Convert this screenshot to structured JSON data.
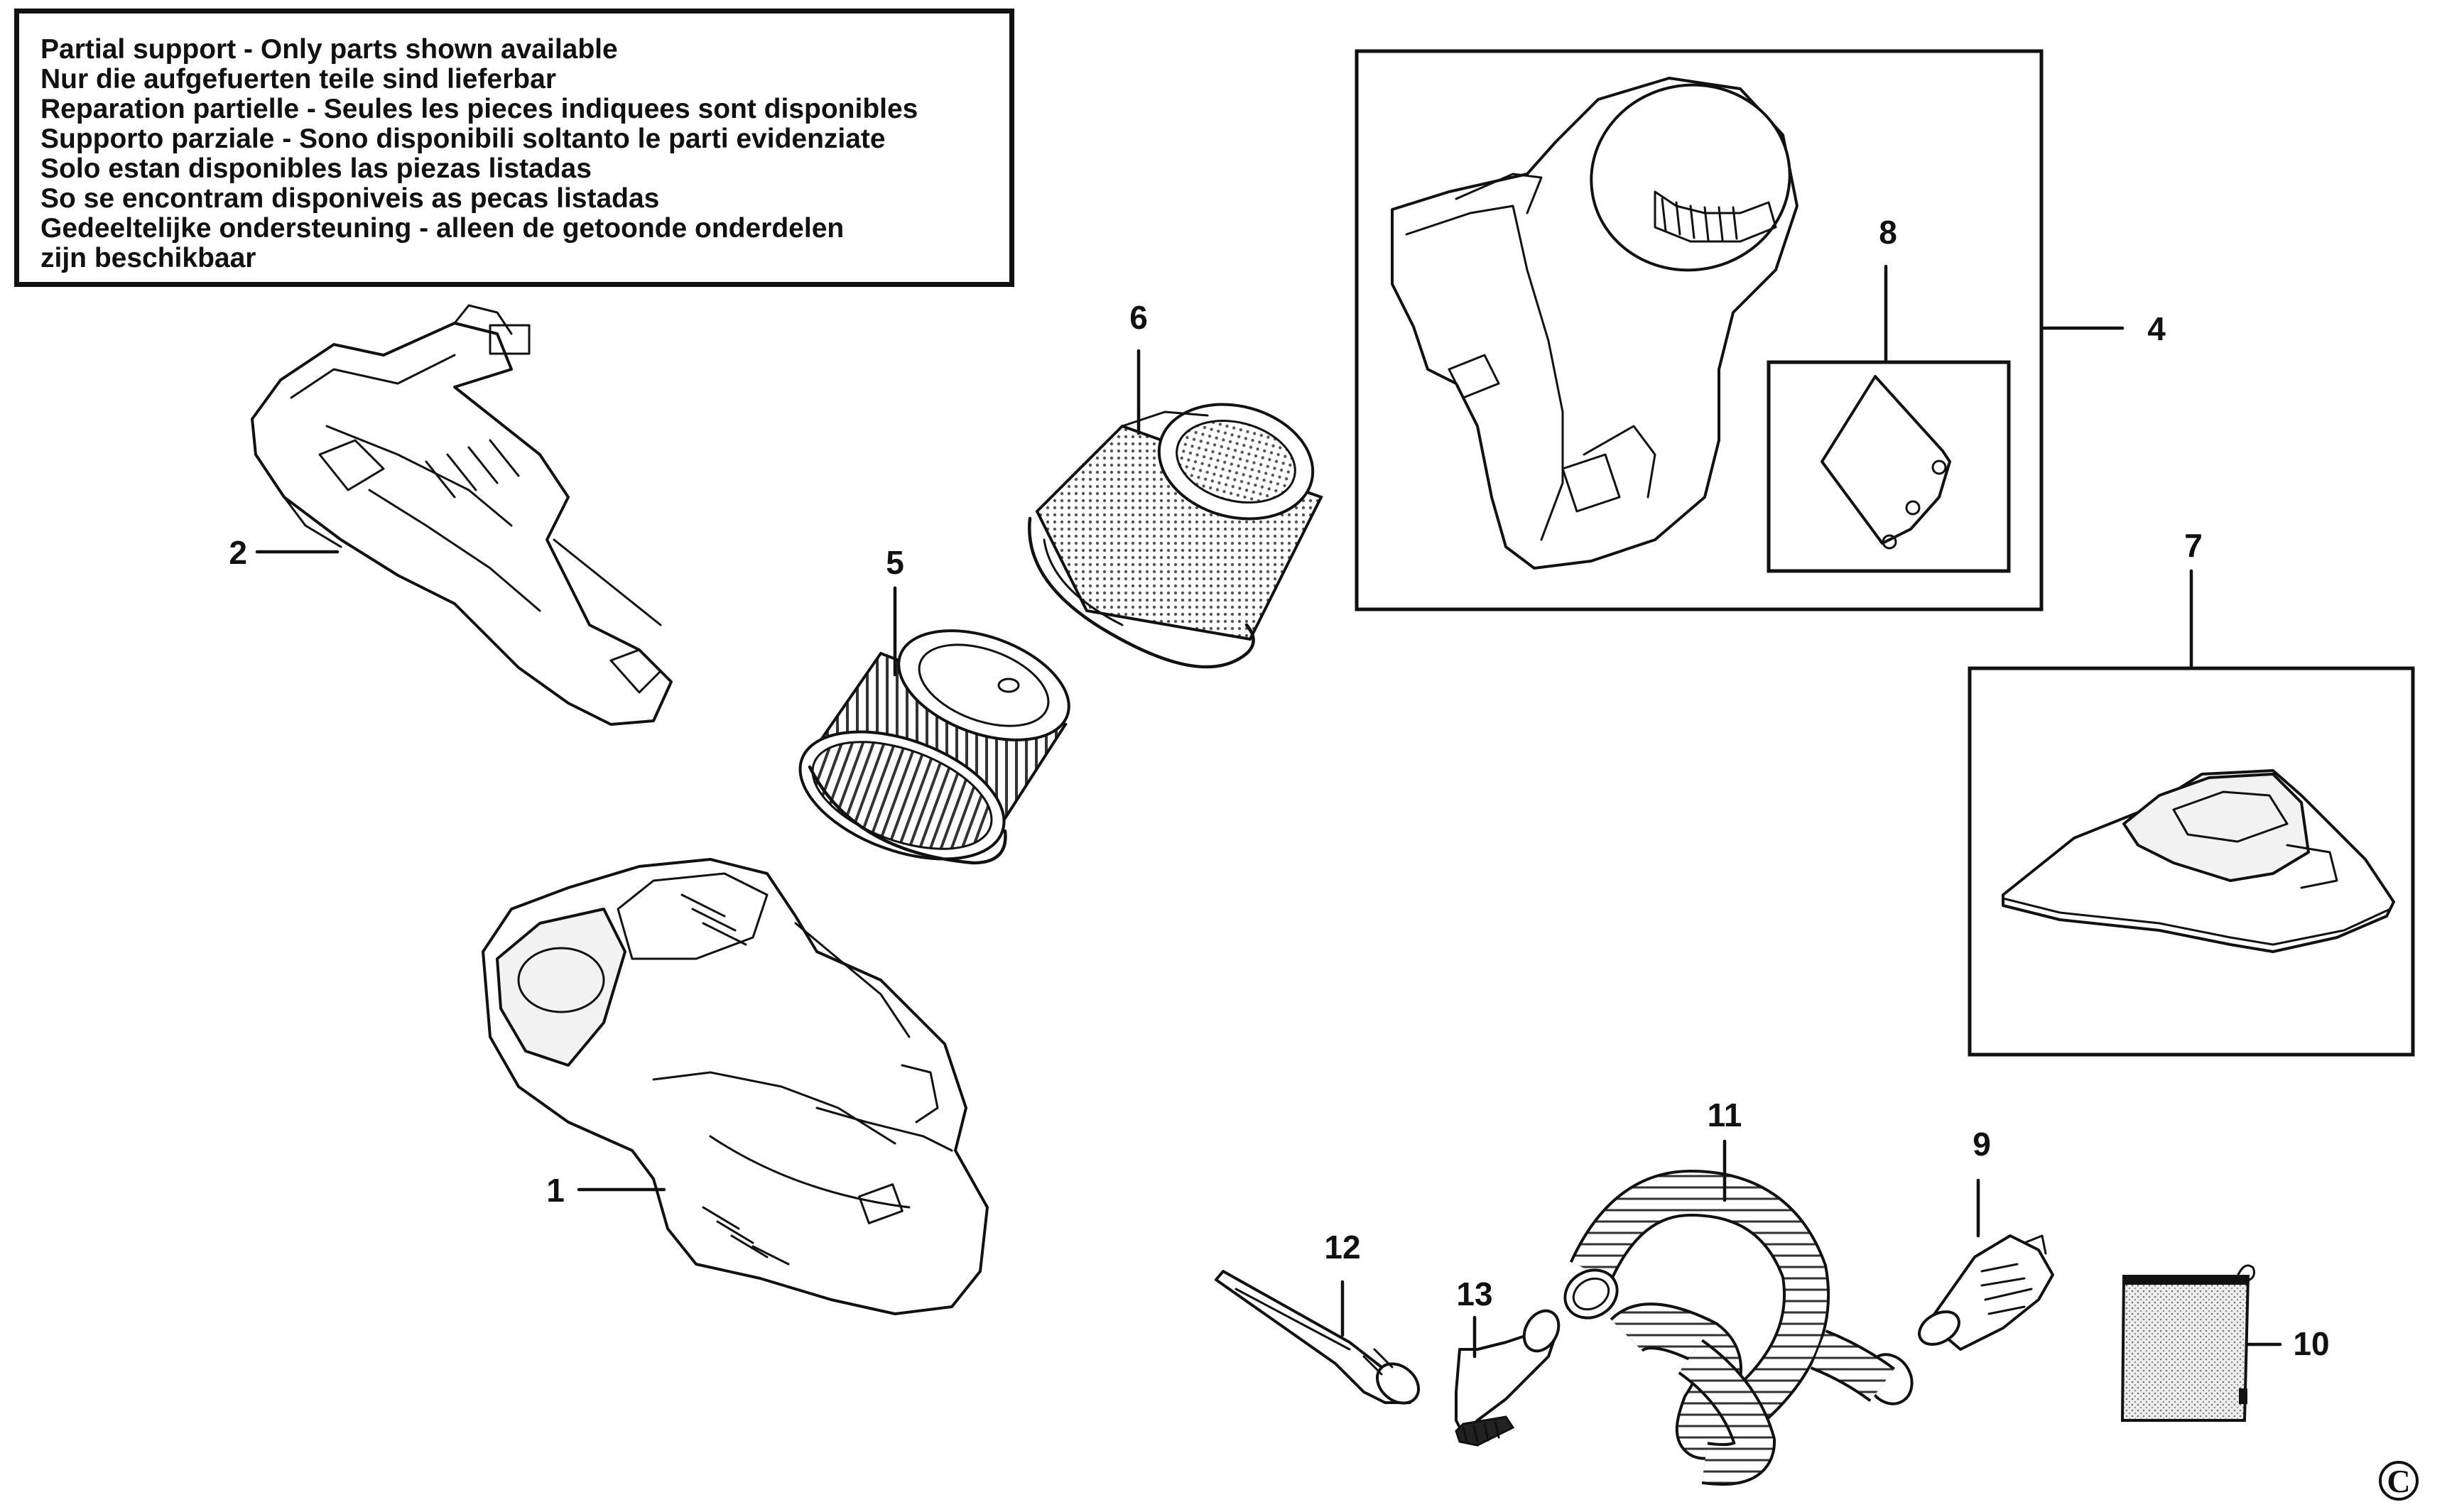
{
  "notice": {
    "lines": [
      "Partial support - Only parts shown available",
      "Nur die aufgefuerten teile sind lieferbar",
      "Reparation partielle - Seules les pieces indiquees sont disponibles",
      "Supporto parziale - Sono disponibili soltanto le parti evidenziate",
      "Solo estan disponibles las piezas listadas",
      "So se encontram disponiveis as pecas listadas",
      "Gedeeltelijke ondersteuning - alleen de getoonde onderdelen",
      "zijn beschikbaar"
    ]
  },
  "parts": {
    "p1": "1",
    "p2": "2",
    "p4": "4",
    "p5": "5",
    "p6": "6",
    "p7": "7",
    "p8": "8",
    "p9": "9",
    "p10": "10",
    "p11": "11",
    "p12": "12",
    "p13": "13"
  },
  "copyright": "C"
}
